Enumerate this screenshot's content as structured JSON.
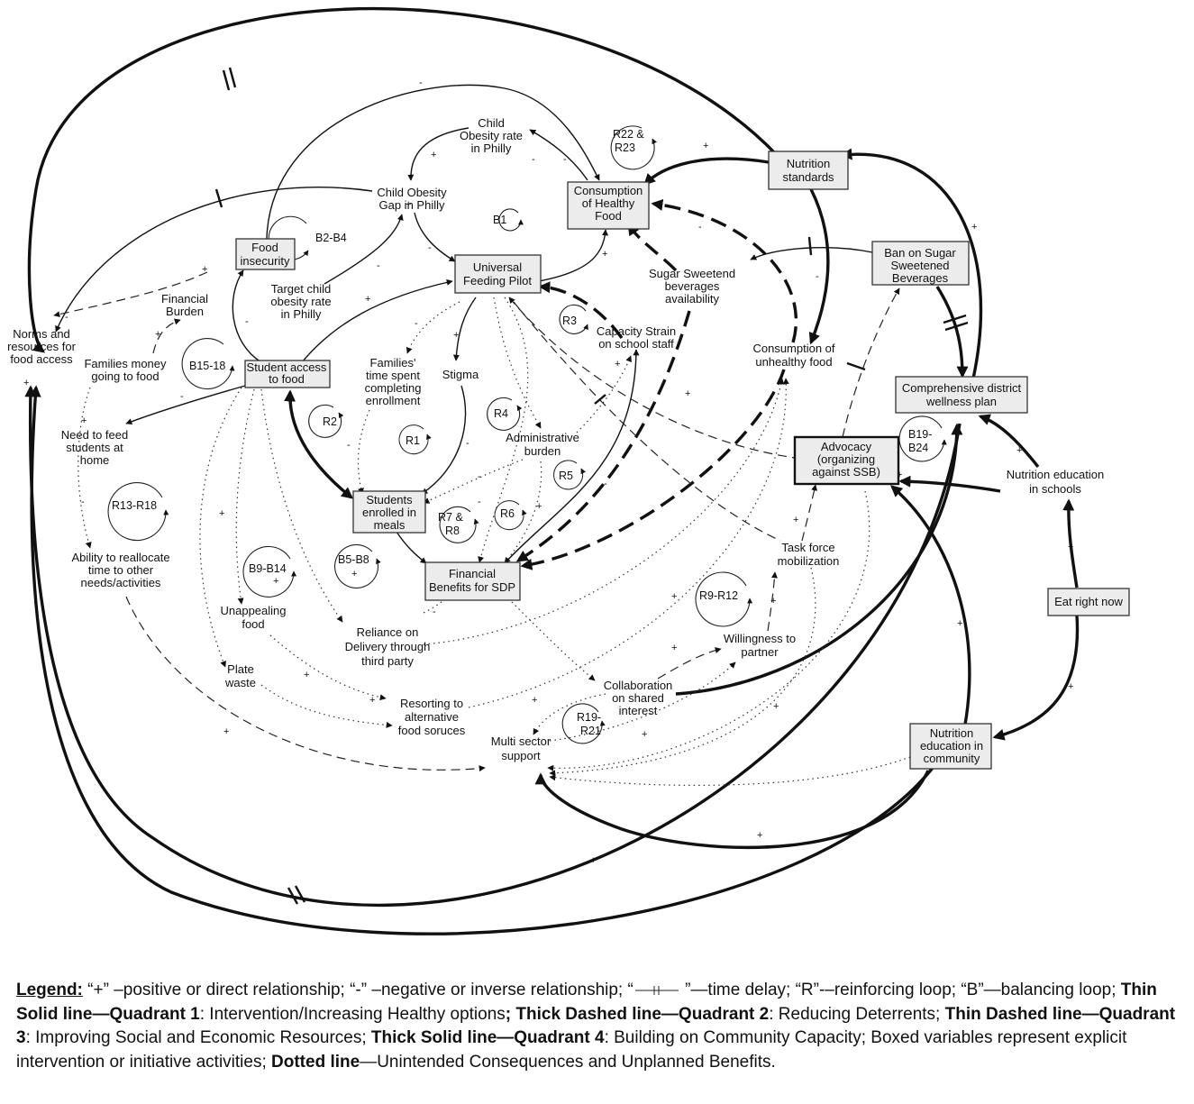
{
  "variables": {
    "norms": [
      "Norms and",
      "resources for",
      "food access"
    ],
    "child_obesity_rate": [
      "Child",
      "Obesity rate",
      "in Philly"
    ],
    "child_obesity_gap": [
      "Child Obesity",
      "Gap in Philly"
    ],
    "consumption_healthy": [
      "Consumption",
      "of Healthy",
      "Food"
    ],
    "nutrition_standards": [
      "Nutrition",
      "standards"
    ],
    "food_insecurity": [
      "Food",
      "insecurity"
    ],
    "financial_burden": [
      "Financial",
      "Burden"
    ],
    "target_child_obesity": [
      "Target child",
      "obesity rate",
      "in Philly"
    ],
    "universal_feeding": [
      "Universal",
      "Feeding Pilot"
    ],
    "ban_ssb": [
      "Ban on Sugar",
      "Sweetened",
      "Beverages"
    ],
    "ssb_availability": [
      "Sugar Sweetend",
      "beverages",
      "availability"
    ],
    "capacity_strain": [
      "Capacity Strain",
      "on school staff"
    ],
    "consumption_unhealthy": [
      "Consumption of",
      "unhealthy food"
    ],
    "families_money": [
      "Families money",
      "going to food"
    ],
    "student_access": [
      "Student access",
      "to food"
    ],
    "families_time": [
      "Families'",
      "time spent",
      "completing",
      "enrollment"
    ],
    "stigma": [
      "Stigma"
    ],
    "comprehensive_wellness": [
      "Comprehensive district",
      "wellness plan"
    ],
    "need_to_feed": [
      "Need to feed",
      "students at",
      "home"
    ],
    "administrative_burden": [
      "Administrative",
      "burden"
    ],
    "advocacy": [
      "Advocacy",
      "(organizing",
      "against SSB)"
    ],
    "nutrition_ed_schools": [
      "Nutrition education",
      "in schools"
    ],
    "students_enrolled": [
      "Students",
      "enrolled in",
      "meals"
    ],
    "ability_reallocate": [
      "Ability to reallocate",
      "time to other",
      "needs/activities"
    ],
    "task_force": [
      "Task force",
      "mobilization"
    ],
    "financial_benefits": [
      "Financial",
      "Benefits for SDP"
    ],
    "eat_right_now": [
      "Eat right now"
    ],
    "unappealing_food": [
      "Unappealing",
      "food"
    ],
    "reliance_delivery": [
      "Reliance on",
      "Delivery through",
      "third party"
    ],
    "willingness_partner": [
      "Willingness to",
      "partner"
    ],
    "plate_waste": [
      "Plate",
      "waste"
    ],
    "collaboration": [
      "Collaboration",
      "on shared",
      "interest"
    ],
    "resorting_alternative": [
      "Resorting to",
      "alternative",
      "food soruces"
    ],
    "multi_sector": [
      "Multi sector",
      "support"
    ],
    "nutrition_ed_community": [
      "Nutrition",
      "education in",
      "community"
    ]
  },
  "loops": {
    "r22": [
      "R22 &",
      "R23"
    ],
    "b1": [
      "B1"
    ],
    "b2": [
      "B2-B4"
    ],
    "r3": [
      "R3"
    ],
    "b15": [
      "B15-18"
    ],
    "r2": [
      "R2"
    ],
    "r4": [
      "R4"
    ],
    "r1": [
      "R1"
    ],
    "b19": [
      "B19-",
      "B24"
    ],
    "r5": [
      "R5"
    ],
    "r13": [
      "R13-R18"
    ],
    "r7": [
      "R7 &",
      "R8"
    ],
    "r6": [
      "R6"
    ],
    "b5": [
      "B5-B8"
    ],
    "b9": [
      "B9-B14"
    ],
    "r9": [
      "R9-R12"
    ],
    "r19": [
      "R19-",
      "R21"
    ]
  },
  "legend": {
    "title": "Legend:",
    "plus_sym": "“+”",
    "plus_desc": " –positive or direct relationship; ",
    "minus_sym": "“-”",
    "minus_desc": "  –negative or inverse relationship; ",
    "delay_open": "“",
    "delay_close": " ”—time delay; ",
    "r_desc": "“R”-–reinforcing loop; ",
    "b_desc": "“B”—balancing loop; ",
    "q1_label": "Thin Solid line—Quadrant 1",
    "q1_desc": ": Intervention/Increasing Healthy options",
    "q2_label": "; Thick Dashed line—Quadrant 2",
    "q2_desc": ": Reducing Deterrents; ",
    "q3_label": "Thin Dashed line—Quadrant 3",
    "q3_desc": ": Improving Social and Economic Resources; ",
    "q4_label": "Thick Solid line—Quadrant 4",
    "q4_desc": ": Building on Community Capacity; Boxed variables represent explicit intervention or initiative activities; ",
    "dot_label": "Dotted line",
    "dot_desc": "—Unintended Consequences and Unplanned Benefits."
  },
  "signs": {
    "plus": "+",
    "minus": "-"
  }
}
